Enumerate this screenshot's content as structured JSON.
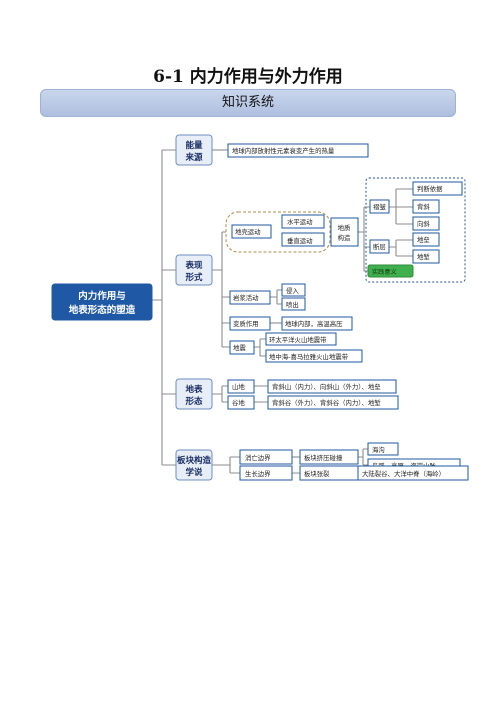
{
  "title": "6-1  内力作用与外力作用",
  "banner": "知识系统",
  "mindmap": {
    "root": {
      "line1": "内力作用与",
      "line2": "地表形态的塑造"
    },
    "energy": {
      "line1": "能量",
      "line2": "来源",
      "desc": "地球内部放射性元素衰变产生的热量"
    },
    "forms": {
      "line1": "表现",
      "line2": "形式",
      "crust_motion": "地壳运动",
      "horizontal": "水平运动",
      "vertical": "垂直运动",
      "structure_line1": "地质",
      "structure_line2": "构造",
      "fold": "褶皱",
      "fold_items": [
        "判断依据",
        "背斜",
        "向斜"
      ],
      "fault": "断层",
      "fault_items": [
        "地垒",
        "地堑"
      ],
      "practical": "实践意义",
      "magma": "岩浆活动",
      "magma_items": [
        "侵入",
        "喷出"
      ],
      "metamorphism": "变质作用",
      "metamorphism_desc": "地球内部，高温高压",
      "earthquake": "地震",
      "earthquake_items": [
        "环太平洋火山地震带",
        "地中海-喜马拉雅火山地震带"
      ]
    },
    "landforms": {
      "line1": "地表",
      "line2": "形态",
      "mountain": "山地",
      "mountain_desc": "背斜山（内力）、向斜山（外力）、地垒",
      "valley": "谷地",
      "valley_desc": "背斜谷（外力）、背斜谷（内力）、地堑"
    },
    "plate": {
      "line1": "板块构造",
      "line2": "学说",
      "destructive": "消亡边界",
      "collision": "板块挤压碰撞",
      "destructive_items": [
        "海沟",
        "岛弧、高原、海岸山脉"
      ],
      "constructive": "生长边界",
      "tension": "板块张裂",
      "constructive_desc": "大陆裂谷、大洋中脊（海岭）"
    }
  }
}
